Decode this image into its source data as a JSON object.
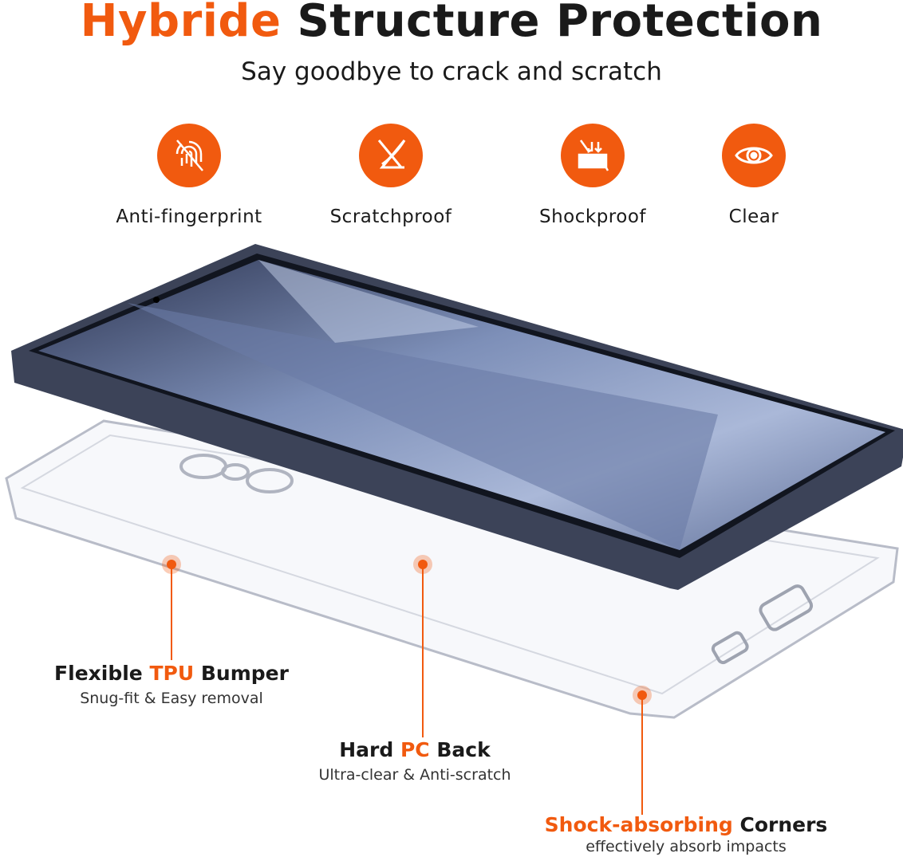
{
  "header": {
    "title_highlight": "Hybride",
    "title_rest": "Structure Protection",
    "subtitle": "Say goodbye to crack and scratch"
  },
  "features": [
    {
      "label": "Anti-fingerprint",
      "icon": "fingerprint-crossed-icon"
    },
    {
      "label": "Scratchproof",
      "icon": "knife-scratch-icon"
    },
    {
      "label": "Shockproof",
      "icon": "shock-arrows-icon"
    },
    {
      "label": "Clear",
      "icon": "eye-icon"
    }
  ],
  "callouts": [
    {
      "pre": "Flexible ",
      "highlight": "TPU",
      "post": " Bumper",
      "sub": "Snug-fit & Easy removal"
    },
    {
      "pre": "Hard ",
      "highlight": "PC",
      "post": " Back",
      "sub": "Ultra-clear & Anti-scratch"
    },
    {
      "pre": "",
      "highlight": "Shock-absorbing",
      "post": " Corners",
      "sub": "effectively absorb impacts"
    }
  ],
  "colors": {
    "accent": "#f15a0f",
    "text": "#1a1a1a",
    "phone": "#3c4358"
  }
}
